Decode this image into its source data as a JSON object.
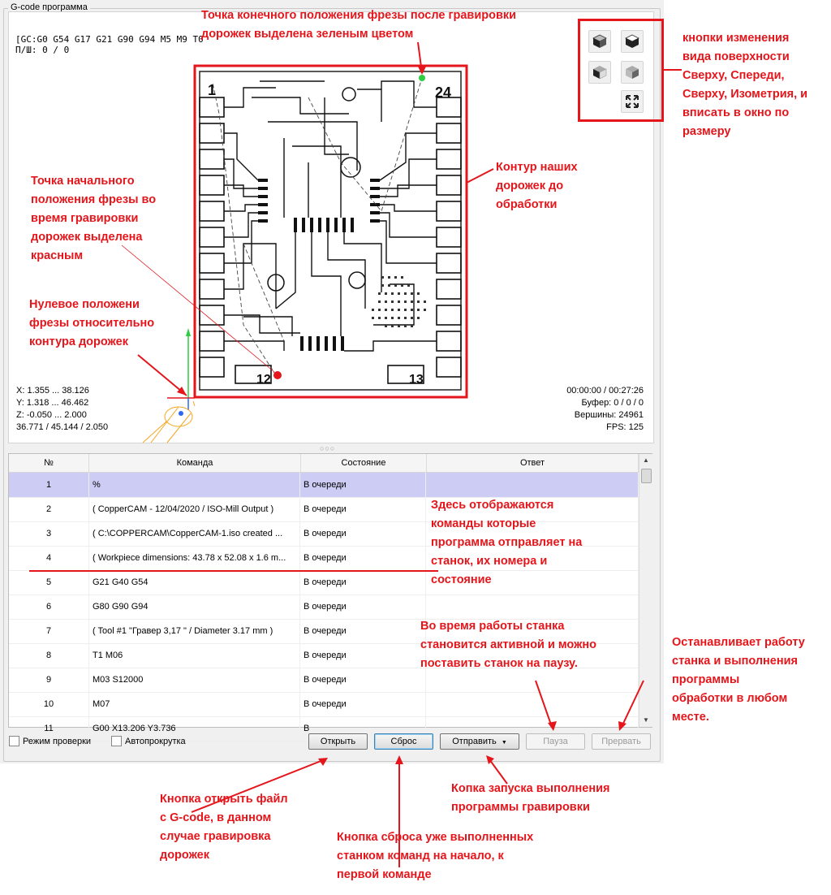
{
  "window": {
    "group_title": "G-code программа"
  },
  "viewer": {
    "gc_state": "[GC:G0 G54 G17 G21 G90 G94 M5 M9 T0",
    "pw_state": "П/Ш: 0 / 0",
    "x_range": "X: 1.355 ... 38.126",
    "y_range": "Y: 1.318 ... 46.462",
    "z_range": "Z: -0.050 ... 2.000",
    "size": "36.771 / 45.144 / 2.050",
    "time": "00:00:00 / 00:27:26",
    "buffer": "Буфер: 0 / 0 / 0",
    "vertices": "Вершины: 24961",
    "fps": "FPS: 125",
    "pcb_label_start": "1",
    "pcb_label_end": "24",
    "pcb_label_12": "12",
    "pcb_label_13": "13",
    "view_buttons": [
      {
        "name": "view-top-icon",
        "tone": "dark"
      },
      {
        "name": "view-front-icon",
        "tone": "dark"
      },
      {
        "name": "view-left-icon",
        "tone": "grey"
      },
      {
        "name": "view-isometric-icon",
        "tone": "grey"
      }
    ],
    "fit_icon": "fit-to-window-icon",
    "splitter": "○○○"
  },
  "table": {
    "headers": [
      "№",
      "Команда",
      "Состояние",
      "Ответ"
    ],
    "rows": [
      {
        "num": "1",
        "command": "%",
        "state": "В очереди",
        "response": ""
      },
      {
        "num": "2",
        "command": "( CopperCAM - 12/04/2020 / ISO-Mill Output )",
        "state": "В очереди",
        "response": ""
      },
      {
        "num": "3",
        "command": "( C:\\COPPERCAM\\CopperCAM-1.iso created ...",
        "state": "В очереди",
        "response": ""
      },
      {
        "num": "4",
        "command": "( Workpiece dimensions: 43.78 x 52.08 x 1.6 m...",
        "state": "В очереди",
        "response": ""
      },
      {
        "num": "5",
        "command": "G21 G40 G54",
        "state": "В очереди",
        "response": ""
      },
      {
        "num": "6",
        "command": "G80 G90 G94",
        "state": "В очереди",
        "response": ""
      },
      {
        "num": "7",
        "command": "( Tool #1 \"Гравер 3,17 \" / Diameter 3.17 mm )",
        "state": "В очереди",
        "response": ""
      },
      {
        "num": "8",
        "command": "T1 M06",
        "state": "В очереди",
        "response": ""
      },
      {
        "num": "9",
        "command": "M03 S12000",
        "state": "В очереди",
        "response": ""
      },
      {
        "num": "10",
        "command": "M07",
        "state": "В очереди",
        "response": ""
      },
      {
        "num": "11",
        "command": "G00 X13.206 Y3.736",
        "state": "В",
        "response": ""
      }
    ]
  },
  "controls": {
    "check_mode": "Режим проверки",
    "autoscroll": "Автопрокрутка",
    "open": "Открыть",
    "reset": "Сброс",
    "send": "Отправить",
    "pause": "Пауза",
    "abort": "Прервать"
  },
  "annotations": {
    "end_point": "Точка конечного положения фрезы после гравировки\nдорожек выделена зеленым цветом",
    "view_buttons": "кнопки изменения\nвида поверхности\nСверху, Спереди,\nСверху, Изометрия, и\nвписать в окно по\nразмеру",
    "contour": "Контур наших\nдорожек до\nобработки",
    "start_point": "Точка начального\nположения фрезы во\nвремя гравировки\nдорожек выделена\nкрасным",
    "zero_pos": "Нулевое положени\nфрезы относительно\nконтура дорожек",
    "commands": "Здесь отображаются\nкоманды которые\nпрограмма отправляет на\nстанок, их номера и\nсостояние",
    "pause": "Во время работы станка\nстановится активной и можно\nпоставить станок на паузу.",
    "abort": "Останавливает работу\nстанка и выполнения\nпрограммы\nобработки в любом\nместе.",
    "open": "Кнопка открыть файл\nс G-code, в данном\nслучае гравировка\nдорожек",
    "send": "Копка запуска выполнения\nпрограммы гравировки",
    "reset": "Кнопка сброса уже выполненных\nстанком команд на начало, к\nпервой команде"
  },
  "colors": {
    "annotation_red": "#e4161b",
    "selected_row": "#ccccf5",
    "start_point": "#e4161b",
    "end_point": "#2ecc40",
    "tool": "#f5a623"
  }
}
